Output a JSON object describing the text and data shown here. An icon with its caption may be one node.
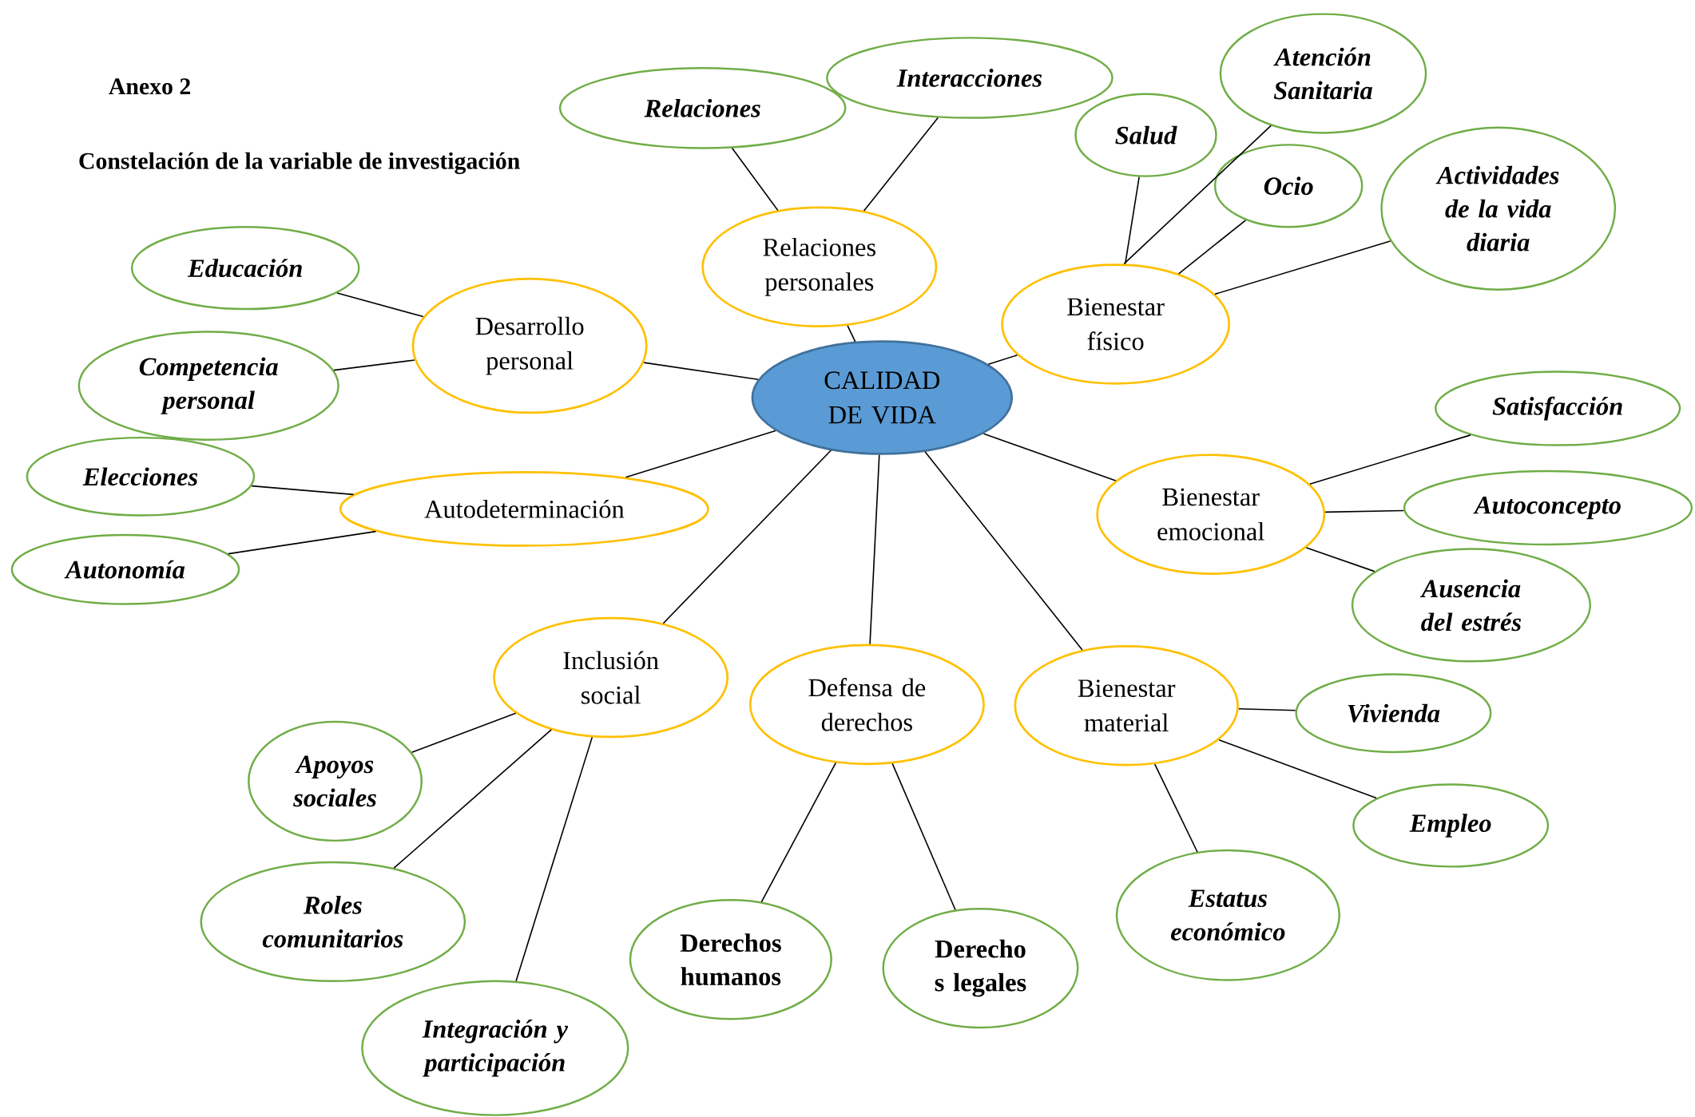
{
  "diagram": {
    "title": "Constelación de la variable de investigación",
    "nodes": [
      {
        "text": [
          "CALIDAD DE VIDA"
        ]
      },
      {
        "text": [
          "Relaciones personales"
        ]
      },
      {
        "text": [
          "Relaciones"
        ]
      },
      {
        "text": [
          "Interacciones"
        ]
      },
      {
        "text": [
          "Bienestar físico"
        ]
      },
      {
        "text": [
          "Salud"
        ]
      },
      {
        "text": [
          "Atención Sanitaria"
        ]
      },
      {
        "text": [
          "Ocio"
        ]
      },
      {
        "text": [
          "Actividades de la vida diaria"
        ]
      },
      {
        "text": [
          "Desarrollo personal"
        ]
      },
      {
        "text": [
          "Educación"
        ]
      },
      {
        "text": [
          "Competencia personal"
        ]
      },
      {
        "text": [
          "Autodeterminación"
        ]
      },
      {
        "text": [
          "Elecciones"
        ]
      },
      {
        "text": [
          "Autonomía"
        ]
      },
      {
        "text": [
          "Bienestar emocional"
        ]
      },
      {
        "text": [
          "Satisfacción"
        ]
      },
      {
        "text": [
          "Autoconcepto"
        ]
      },
      {
        "text": [
          "Ausencia del estrés"
        ]
      },
      {
        "text": [
          "Inclusión social"
        ]
      },
      {
        "text": [
          "Apoyos sociales"
        ]
      },
      {
        "text": [
          "Roles comunitarios"
        ]
      },
      {
        "text": [
          "Integración y participación"
        ]
      },
      {
        "text": [
          "Defensa de derechos"
        ]
      },
      {
        "text": [
          "Derechos humanos"
        ]
      },
      {
        "text": [
          "Derecho s legales"
        ]
      },
      {
        "text": [
          "Bienestar material"
        ]
      },
      {
        "text": [
          "Vivienda"
        ]
      },
      {
        "text": [
          "Empleo"
        ]
      },
      {
        "text": [
          "Estatus económico"
        ]
      }
    ],
    "edges": [
      {
        "from": 0,
        "to": 1,
        "arrow": "none"
      },
      {
        "from": 0,
        "to": 4,
        "arrow": "none"
      },
      {
        "from": 0,
        "to": 9,
        "arrow": "none"
      },
      {
        "from": 0,
        "to": 12,
        "arrow": "none"
      },
      {
        "from": 0,
        "to": 15,
        "arrow": "none"
      },
      {
        "from": 0,
        "to": 19,
        "arrow": "none"
      },
      {
        "from": 0,
        "to": 23,
        "arrow": "none"
      },
      {
        "from": 0,
        "to": 26,
        "arrow": "none"
      },
      {
        "from": 1,
        "to": 2,
        "arrow": "none"
      },
      {
        "from": 1,
        "to": 3,
        "arrow": "none"
      },
      {
        "from": 4,
        "to": 5,
        "arrow": "none"
      },
      {
        "from": 4,
        "to": 6,
        "arrow": "none"
      },
      {
        "from": 4,
        "to": 7,
        "arrow": "none"
      },
      {
        "from": 4,
        "to": 8,
        "arrow": "none"
      },
      {
        "from": 9,
        "to": 10,
        "arrow": "none"
      },
      {
        "from": 9,
        "to": 11,
        "arrow": "none"
      },
      {
        "from": 12,
        "to": 13,
        "arrow": "none"
      },
      {
        "from": 12,
        "to": 14,
        "arrow": "none"
      },
      {
        "from": 15,
        "to": 16,
        "arrow": "none"
      },
      {
        "from": 15,
        "to": 17,
        "arrow": "none"
      },
      {
        "from": 15,
        "to": 18,
        "arrow": "none"
      },
      {
        "from": 19,
        "to": 20,
        "arrow": "none"
      },
      {
        "from": 19,
        "to": 21,
        "arrow": "none"
      },
      {
        "from": 19,
        "to": 22,
        "arrow": "none"
      },
      {
        "from": 23,
        "to": 24,
        "arrow": "none"
      },
      {
        "from": 23,
        "to": 25,
        "arrow": "none"
      },
      {
        "from": 26,
        "to": 27,
        "arrow": "none"
      },
      {
        "from": 26,
        "to": 28,
        "arrow": "none"
      },
      {
        "from": 26,
        "to": 29,
        "arrow": "none"
      }
    ],
    "labels": [
      "Anexo 2"
    ]
  }
}
